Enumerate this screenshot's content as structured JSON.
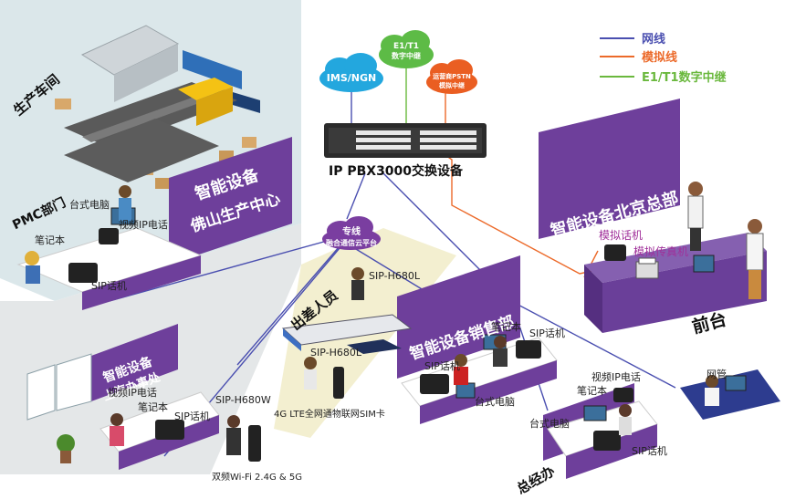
{
  "legend": [
    {
      "label": "网线",
      "color": "#4a4fb0"
    },
    {
      "label": "模拟线",
      "color": "#ec6a2a"
    },
    {
      "label": "E1/T1数字中继",
      "color": "#6ab83d"
    }
  ],
  "clouds": {
    "ims": "IMS/NGN",
    "e1_line1": "E1/T1",
    "e1_line2": "数字中继",
    "pstn_line1": "运营商PSTN",
    "pstn_line2": "模拟中继",
    "cloud_line1": "专线",
    "cloud_line2": "融合通信云平台"
  },
  "pbx_title": "IP PBX3000交换设备",
  "factory": {
    "workshop": "生产车间",
    "pmc": "PMC部门",
    "banner_line1": "智能设备",
    "banner_line2": "佛山生产中心",
    "desktop": "台式电脑",
    "video_phone": "视频IP电话",
    "laptop": "笔记本",
    "sip_phone": "SIP话机"
  },
  "beijing": {
    "banner": "智能设备北京总部",
    "analog_phone": "模拟话机",
    "analog_fax": "模拟传真机",
    "front_desk": "前台"
  },
  "sales": {
    "banner": "智能设备销售部",
    "laptop": "笔记本",
    "sip_phone_a": "SIP话机",
    "sip_phone_b": "SIP话机",
    "desktop": "台式电脑"
  },
  "travel": {
    "title": "出差人员",
    "sip_h680l_a": "SIP-H680L",
    "sip_h680l_b": "SIP-H680L",
    "sim": "4G LTE全网通物联网SIM卡"
  },
  "shanghai": {
    "banner_line1": "智能设备",
    "banner_line2": "上海办事处",
    "video_phone": "视频IP电话",
    "laptop": "笔记本",
    "sip_phone": "SIP话机",
    "sip_h680w": "SIP-H680W",
    "wifi": "双频Wi-Fi 2.4G & 5G"
  },
  "gm": {
    "video_phone": "视频IP电话",
    "laptop": "笔记本",
    "desktop": "台式电脑",
    "sip_phone": "SIP话机",
    "office": "总经办",
    "netadmin": "网管"
  }
}
